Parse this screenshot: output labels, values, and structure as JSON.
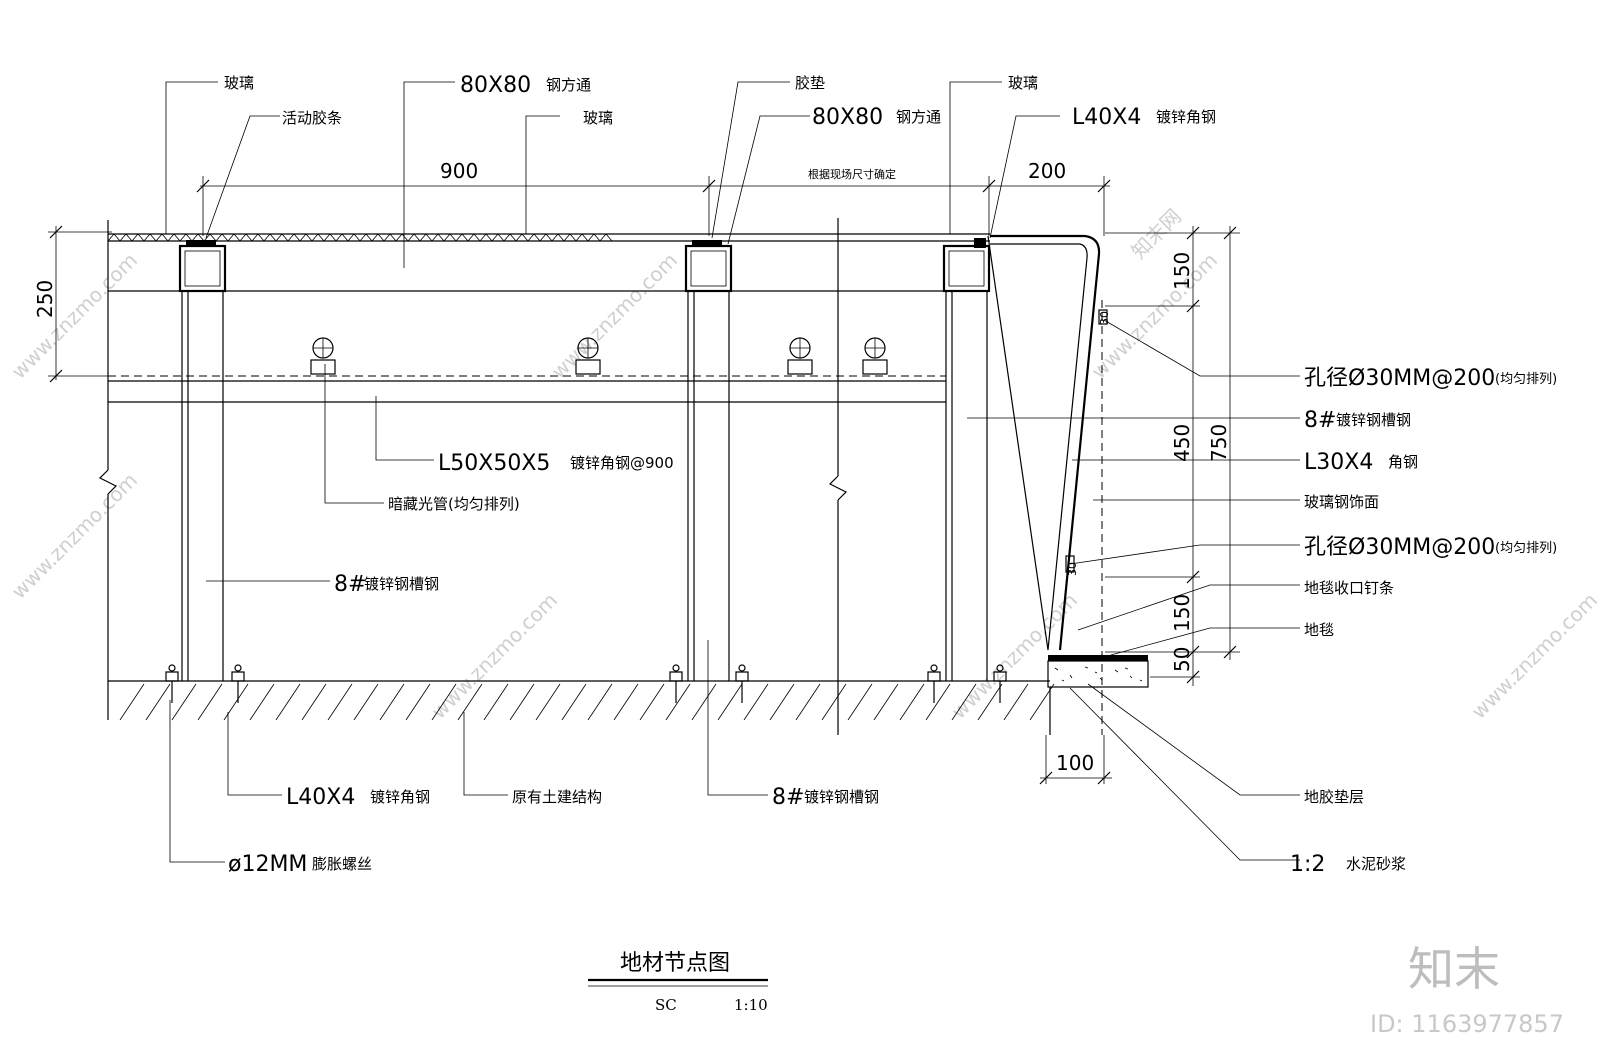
{
  "drawing": {
    "title": "地材节点图",
    "scale_code": "SC",
    "scale_ratio": "1:10"
  },
  "labels": {
    "glass_left": "玻璃",
    "steel_tube_80_top": "80X80",
    "steel_tube_80_top_suffix": "钢方通",
    "movable_strip": "活动胶条",
    "glass_mid": "玻璃",
    "rubber_pad": "胶垫",
    "steel_tube_80_mid": "80X80",
    "steel_tube_80_mid_suffix": "钢方通",
    "glass_right": "玻璃",
    "angle_l40_top": "L40X4",
    "angle_l40_top_suffix": "镀锌角钢",
    "site_note": "根据现场尺寸确定",
    "hole_top": "孔径Ø30MM@200",
    "hole_top_suffix": "(均匀排列)",
    "channel_right": "8#",
    "channel_right_suffix": "镀锌钢槽钢",
    "angle_l30": "L30X4",
    "angle_l30_suffix": "角钢",
    "glass_steel_trim": "玻璃钢饰面",
    "hole_bottom": "孔径Ø30MM@200",
    "hole_bottom_suffix": "(均匀排列)",
    "carpet_edge": "地毯收口钉条",
    "carpet": "地毯",
    "angle_l50": "L50X50X5",
    "angle_l50_suffix": "镀锌角钢@900",
    "hidden_light": "暗藏光管(均匀排列)",
    "channel_left": "8#",
    "channel_left_suffix": "镀锌钢槽钢",
    "angle_l40_bottom": "L40X4",
    "angle_l40_bottom_suffix": "镀锌角钢",
    "original_structure": "原有土建结构",
    "channel_bottom": "8#",
    "channel_bottom_suffix": "镀锌钢槽钢",
    "bolt": "ø12MM",
    "bolt_suffix": "膨胀螺丝",
    "underlay": "地胶垫层",
    "mortar": "1:2",
    "mortar_suffix": "水泥砂浆"
  },
  "dimensions": {
    "d900": "900",
    "d200": "200",
    "d250": "250",
    "d150_top": "150",
    "d450": "450",
    "d750": "750",
    "d150_bottom": "150",
    "d50": "50",
    "d100": "100",
    "d30_top": "30",
    "d30_bottom": "30"
  },
  "watermark": {
    "site": "www.znzmo.com",
    "site_cn": "知末网",
    "brand": "知末",
    "id": "ID: 1163977857"
  }
}
